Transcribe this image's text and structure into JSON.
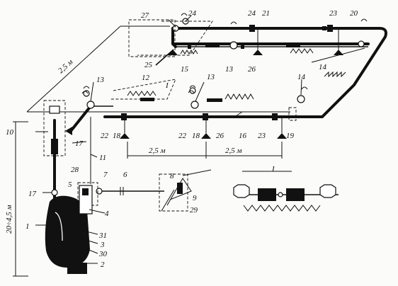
{
  "labels": {
    "n1": "1",
    "n2": "2",
    "n3": "3",
    "n4": "4",
    "n5": "5",
    "n6": "6",
    "n7": "7",
    "n8": "8",
    "n9": "9",
    "n10": "10",
    "n11": "11",
    "n12": "12",
    "n13a": "13",
    "n13b": "13",
    "n13c": "13",
    "n14a": "14",
    "n14b": "14",
    "n15": "15",
    "n16": "16",
    "n17a": "17",
    "n17b": "17",
    "n18a": "18",
    "n18b": "18",
    "n19": "19",
    "n20": "20",
    "n21": "21",
    "n22a": "22",
    "n22b": "22",
    "n23a": "23",
    "n23b": "23",
    "n24a": "24",
    "n24b": "24",
    "n25": "25",
    "n26a": "26",
    "n26b": "26",
    "n27": "27",
    "n28": "28",
    "n29": "29",
    "n30": "30",
    "n31": "31",
    "roman_top": "I",
    "roman_bottom": "I"
  },
  "dimensions": {
    "top_width": "2,5 м",
    "height": "20÷4,5 м",
    "span_left": "2,5 м",
    "span_right": "2,5 м"
  }
}
